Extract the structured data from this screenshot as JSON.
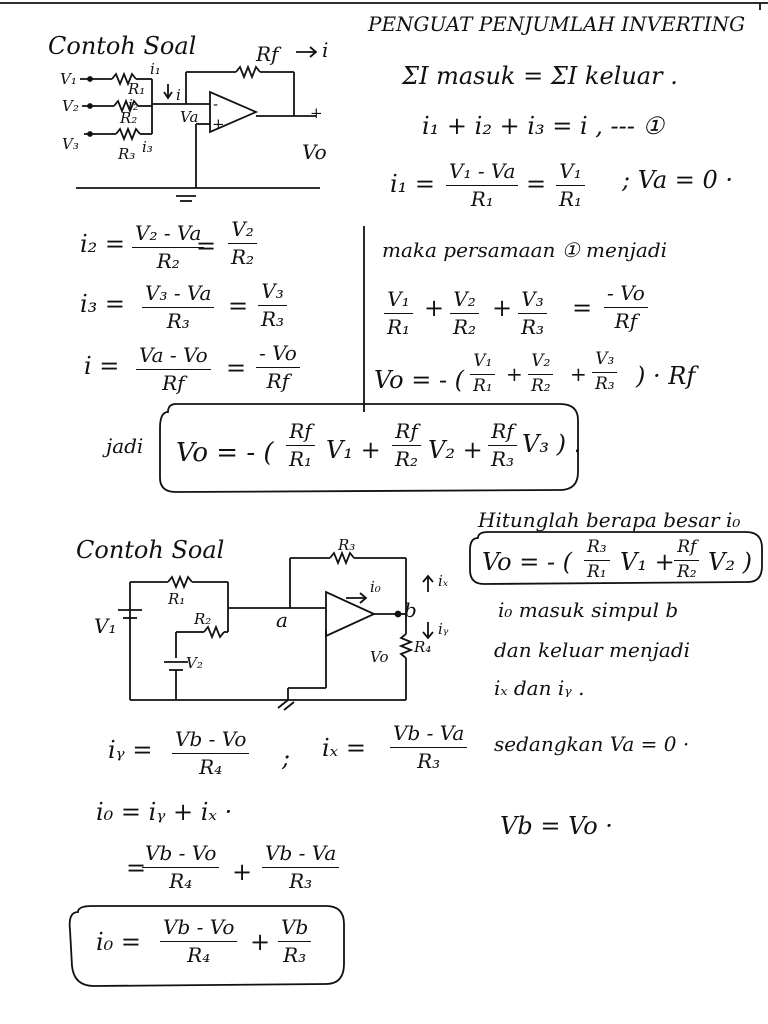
{
  "page": {
    "heading": "PENGUAT PENJUMLAH INVERTING",
    "ex1_title": "Contoh Soal",
    "ex2_title": "Contoh Soal"
  },
  "c1": {
    "v1": "V₁",
    "v2": "V₂",
    "v3": "V₃",
    "r1": "R₁",
    "r2": "R₂",
    "r3": "R₃",
    "rf": "Rf",
    "i1": "i₁",
    "i2": "i₂",
    "i3": "i₃",
    "i": "i",
    "va": "Va",
    "vo": "Vo",
    "minus": "-",
    "plus": "+"
  },
  "d1": {
    "l1": "ΣI masuk = ΣI keluar .",
    "l2": "i₁ + i₂ + i₃ = i ,   --- ①",
    "l3a": "i₁ =",
    "l3f1n": "V₁ - Va",
    "l3f1d": "R₁",
    "l3eq": "=",
    "l3f2n": "V₁",
    "l3f2d": "R₁",
    "l3b": ";  Va = 0 ·"
  },
  "left1": {
    "i2": "i₂ =",
    "i2n": "V₂ - Va",
    "i2d": "R₂",
    "eq": "=",
    "i2n2": "V₂",
    "i2d2": "R₂",
    "i3": "i₃ =",
    "i3n": "V₃ - Va",
    "i3d": "R₃",
    "i3n2": "V₃",
    "i3d2": "R₃",
    "i": "i =",
    "in": "Va - Vo",
    "id": "Rf",
    "in2": "- Vo",
    "id2": "Rf"
  },
  "right1": {
    "text": "maka persamaan ① menjadi",
    "f1n": "V₁",
    "f1d": "R₁",
    "plus": "+",
    "f2n": "V₂",
    "f2d": "R₂",
    "f3n": "V₃",
    "f3d": "R₃",
    "eq": "=",
    "f4n": "- Vo",
    "f4d": "Rf",
    "vo_a": "Vo = - (",
    "g1n": "V₁",
    "g1d": "R₁",
    "g2n": "V₂",
    "g2d": "R₂",
    "g3n": "V₃",
    "g3d": "R₃",
    "vo_b": ") · Rf"
  },
  "result1": {
    "jadi": "jadi",
    "vo": "Vo =  - (",
    "h1n": "Rf",
    "h1d": "R₁",
    "t1": "V₁ +",
    "h2n": "Rf",
    "h2d": "R₂",
    "t2": "V₂ +",
    "h3n": "Rf",
    "h3d": "R₃",
    "t3": "V₃ ) ."
  },
  "q2": {
    "text": "Hitunglah berapa besar i₀",
    "vo": "Vo = - (",
    "f1n": "R₃",
    "f1d": "R₁",
    "t1": "V₁ +",
    "f2n": "Rf",
    "f2d": "R₂",
    "t2": "V₂ )",
    "n1": "i₀ masuk simpul b",
    "n2": "dan keluar menjadi",
    "n3": "iₓ dan iᵧ ."
  },
  "c2": {
    "v1": "V₁",
    "v2": "V₂",
    "r1": "R₁",
    "r2": "R₂",
    "r3": "R₃",
    "r4": "R₄",
    "a": "a",
    "b": "b",
    "io": "i₀",
    "ix": "iₓ",
    "iy": "iᵧ",
    "vo": "Vo"
  },
  "d2": {
    "iy": "iᵧ =",
    "iyn": "Vb - Vo",
    "iyd": "R₄",
    "semi": ";",
    "ix": "iₓ =",
    "ixn": "Vb - Va",
    "ixd": "R₃",
    "since": "sedangkan Va = 0 ·",
    "vb": "Vb = Vo ·",
    "io_sum": "i₀ = iᵧ + iₓ ·",
    "eq": "=",
    "e1n": "Vb - Vo",
    "e1d": "R₄",
    "plus": "+",
    "e2n": "Vb - Va",
    "e2d": "R₃",
    "io": "i₀ =",
    "r1n": "Vb - Vo",
    "r1d": "R₄",
    "r2n": "Vb",
    "r2d": "R₃"
  }
}
